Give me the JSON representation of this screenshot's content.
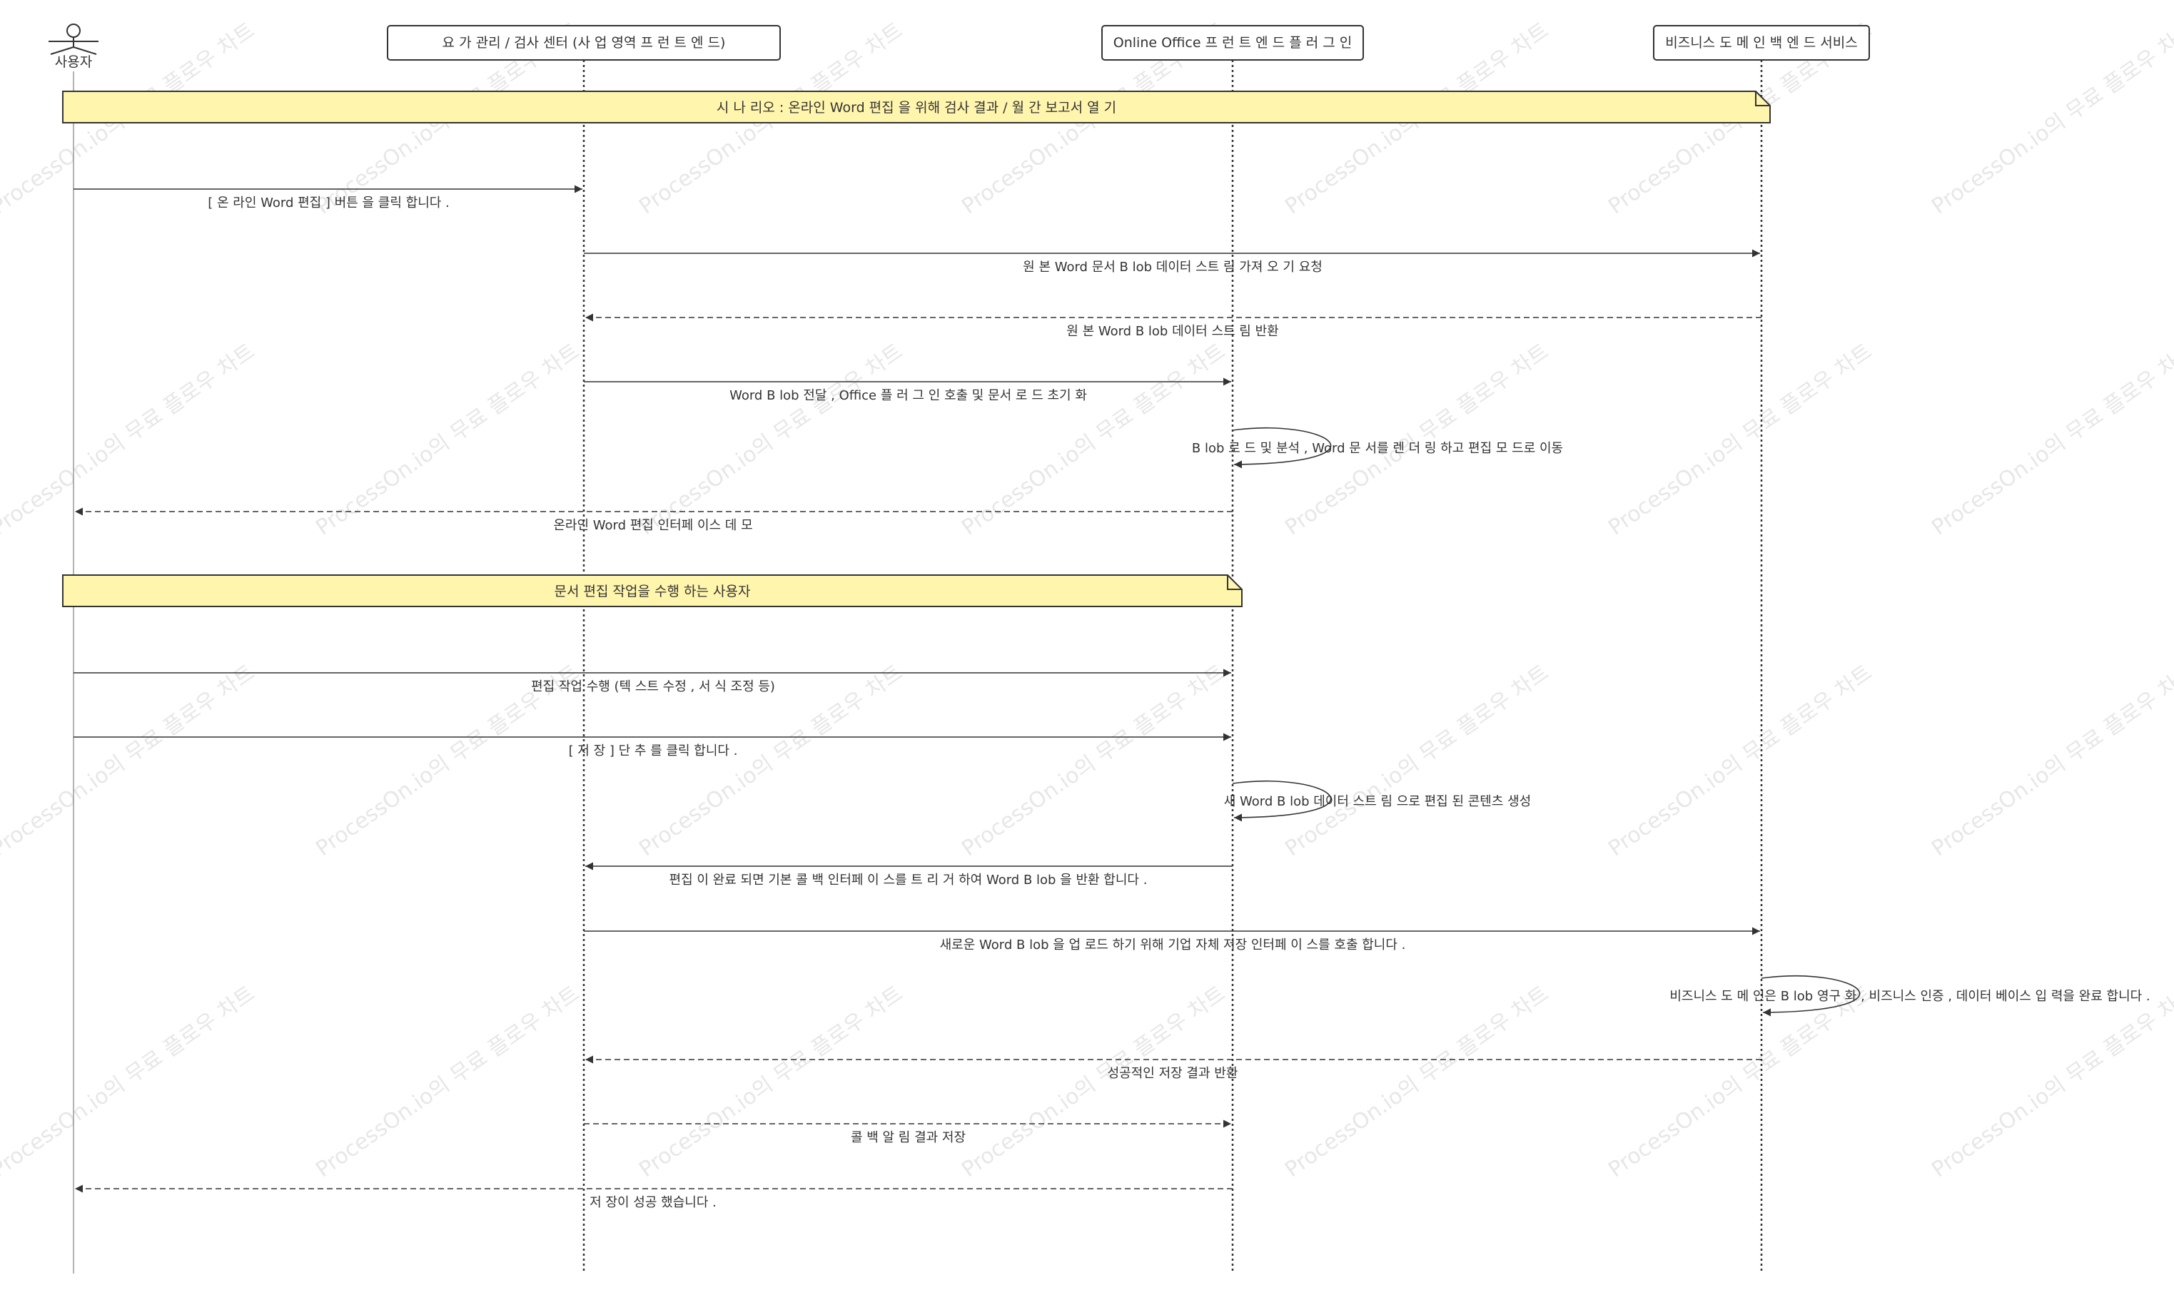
{
  "participants": [
    {
      "id": "user",
      "label": "사용자",
      "kind": "actor"
    },
    {
      "id": "fe",
      "label": "요 가 관리 / 검사 센터 (사 업 영역 프 런 트 엔 드)",
      "kind": "box"
    },
    {
      "id": "office",
      "label": "Online Office 프 런 트 엔 드 플 러 그 인",
      "kind": "box"
    },
    {
      "id": "be",
      "label": "비즈니스 도 메 인 백 엔 드 서비스",
      "kind": "box"
    }
  ],
  "steps": [
    {
      "type": "note",
      "from": "user",
      "to": "be",
      "text": "시 나 리오 : 온라인 Word 편집 을 위해 검사 결과 / 월 간 보고서 열 기"
    },
    {
      "type": "msg",
      "from": "user",
      "to": "fe",
      "style": "solid",
      "text": "[ 온 라인 Word 편집 ] 버튼 을 클릭 합니다 ."
    },
    {
      "type": "msg",
      "from": "fe",
      "to": "be",
      "style": "solid",
      "text": "원 본 Word 문서 B lob 데이터 스트 림 가져 오 기 요청"
    },
    {
      "type": "msg",
      "from": "be",
      "to": "fe",
      "style": "dashed",
      "text": "원 본 Word B lob 데이터 스트 림 반환"
    },
    {
      "type": "msg",
      "from": "fe",
      "to": "office",
      "style": "solid",
      "text": "Word B lob 전달 , Office 플 러 그 인 호출 및 문서 로 드 초기 화"
    },
    {
      "type": "self",
      "at": "office",
      "text": "B lob 로 드 및 분석 , Word 문 서를 렌 더 링 하고 편집 모 드로 이동"
    },
    {
      "type": "msg",
      "from": "office",
      "to": "user",
      "style": "dashed",
      "text": "온라인 Word 편집 인터페 이스 데 모"
    },
    {
      "type": "note",
      "from": "user",
      "to": "office",
      "text": "문서 편집 작업을 수행 하는 사용자"
    },
    {
      "type": "msg",
      "from": "user",
      "to": "office",
      "style": "solid",
      "text": "편집 작업 수행 (텍 스트 수정 , 서 식 조정 등)"
    },
    {
      "type": "msg",
      "from": "user",
      "to": "office",
      "style": "solid",
      "text": "[ 저 장 ] 단 추 를 클릭 합니다 ."
    },
    {
      "type": "self",
      "at": "office",
      "text": "새 Word B lob 데이터 스트 림 으로 편집 된 콘텐츠 생성"
    },
    {
      "type": "msg",
      "from": "office",
      "to": "fe",
      "style": "solid",
      "text": "편집 이 완료 되면 기본 콜 백 인터페 이 스를 트 리 거 하여 Word B lob 을 반환 합니다 ."
    },
    {
      "type": "msg",
      "from": "fe",
      "to": "be",
      "style": "solid",
      "text": "새로운 Word B lob 을 업 로드 하기 위해 기업 자체 저장 인터페 이 스를 호출 합니다 ."
    },
    {
      "type": "self",
      "at": "be",
      "text": "비즈니스 도 메 인은 B lob 영구 화 , 비즈니스 인증 , 데이터 베이스 입 력을 완료 합니다 ."
    },
    {
      "type": "msg",
      "from": "be",
      "to": "fe",
      "style": "dashed",
      "text": "성공적인 저장 결과 반환"
    },
    {
      "type": "msg",
      "from": "fe",
      "to": "office",
      "style": "dashed",
      "text": "콜 백 알 림 결과 저장"
    },
    {
      "type": "msg",
      "from": "office",
      "to": "user",
      "style": "dashed",
      "text": "저 장이 성공 했습니다 ."
    }
  ],
  "watermark": "ProcessOn.io의 무료 플로우 차트",
  "colors": {
    "note_fill": "#fff5ad",
    "stroke": "#333333",
    "box_fill": "#ffffff"
  }
}
